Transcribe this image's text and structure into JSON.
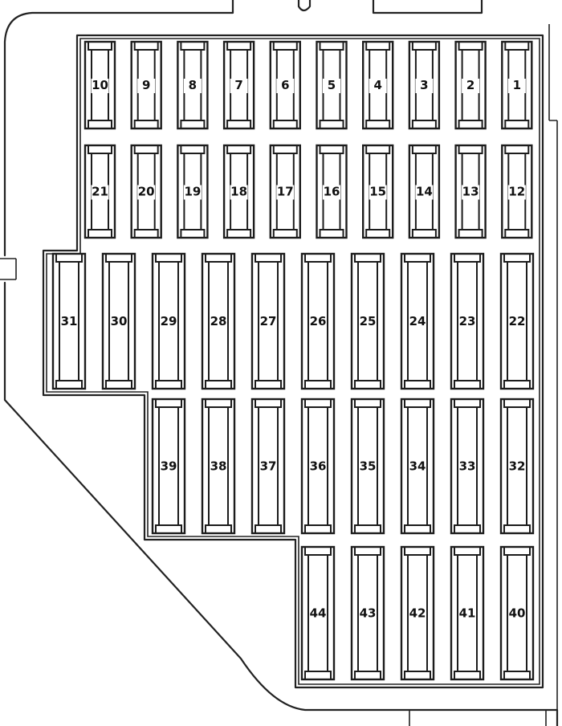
{
  "diagram": {
    "title": "",
    "fuse_rows": [
      {
        "labels": [
          "10",
          "9",
          "8",
          "7",
          "6",
          "5",
          "4",
          "3",
          "2",
          "1"
        ]
      },
      {
        "labels": [
          "21",
          "20",
          "19",
          "18",
          "17",
          "16",
          "15",
          "14",
          "13",
          "12"
        ]
      },
      {
        "labels": [
          "31",
          "30",
          "29",
          "28",
          "27",
          "26",
          "25",
          "24",
          "23",
          "22"
        ]
      },
      {
        "labels": [
          "39",
          "38",
          "37",
          "36",
          "35",
          "34",
          "33",
          "32"
        ]
      },
      {
        "labels": [
          "44",
          "43",
          "42",
          "41",
          "40"
        ]
      }
    ]
  }
}
